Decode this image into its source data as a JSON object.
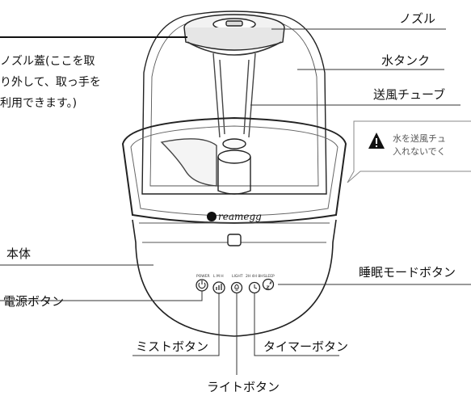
{
  "labels": {
    "nozzle": "ノズル",
    "nozzle_lid_line1": "ノズル蓋(ここを取",
    "nozzle_lid_line2": "り外して、取っ手を",
    "nozzle_lid_line3": "利用できます。)",
    "water_tank": "水タンク",
    "air_tube": "送風チューブ",
    "warning_line1": "水を送風チュ",
    "warning_line2": "入れないでく",
    "body": "本体",
    "sleep_button": "睡眠モードボタン",
    "power_button": "電源ボタン",
    "mist_button": "ミストボタン",
    "timer_button": "タイマーボタン",
    "light_button": "ライトボタン"
  },
  "device": {
    "brand": "reamegg",
    "panel": {
      "power": "POWER",
      "mist_levels": "L  M  H",
      "light": "LIGHT",
      "timer": "2H 4H 8H",
      "sleep": "SLEEP"
    }
  },
  "icons": {
    "warning": "warning-triangle-icon",
    "power": "power-icon",
    "mist": "mist-bars-icon",
    "light": "bulb-icon",
    "timer": "clock-icon",
    "sleep": "sleep-icon"
  }
}
